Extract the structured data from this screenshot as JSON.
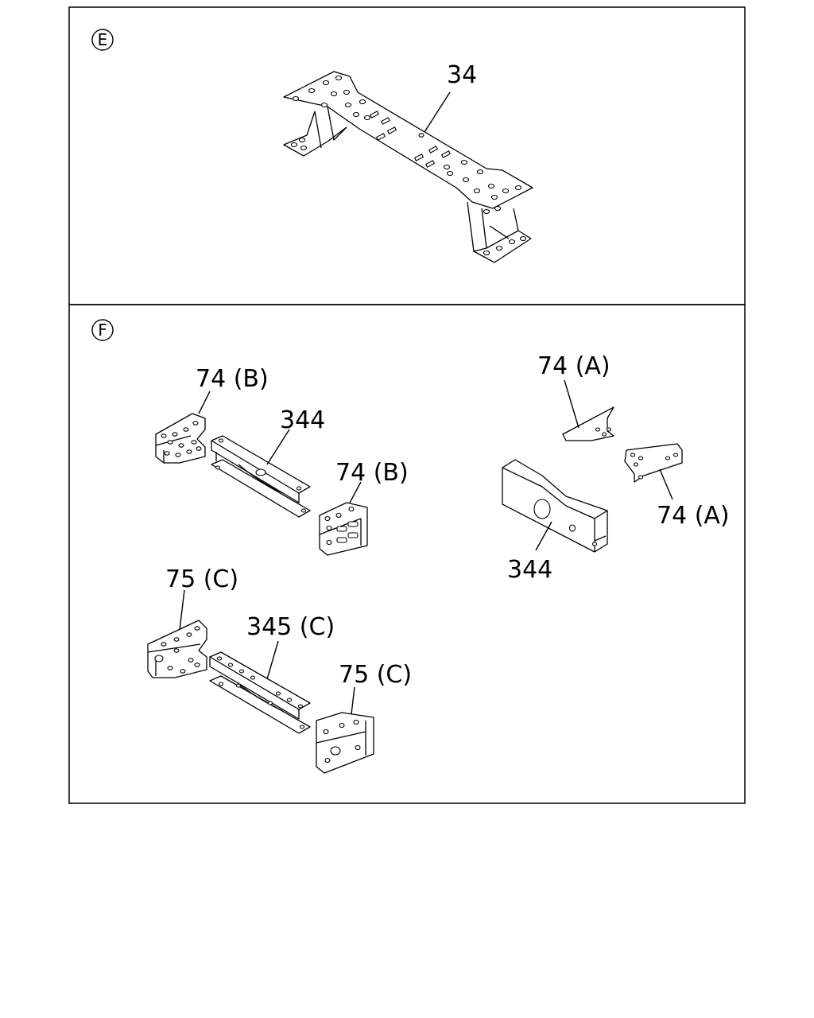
{
  "sections": [
    {
      "id": "E",
      "badge": "E"
    },
    {
      "id": "F",
      "badge": "F"
    }
  ],
  "callouts": {
    "e_34": "34",
    "f_74b_top": "74 (B)",
    "f_344_left": "344",
    "f_74b_mid": "74 (B)",
    "f_74a_top": "74 (A)",
    "f_74a_right": "74 (A)",
    "f_344_right": "344",
    "f_75c_left": "75 (C)",
    "f_345c": "345 (C)",
    "f_75c_right": "75 (C)"
  }
}
